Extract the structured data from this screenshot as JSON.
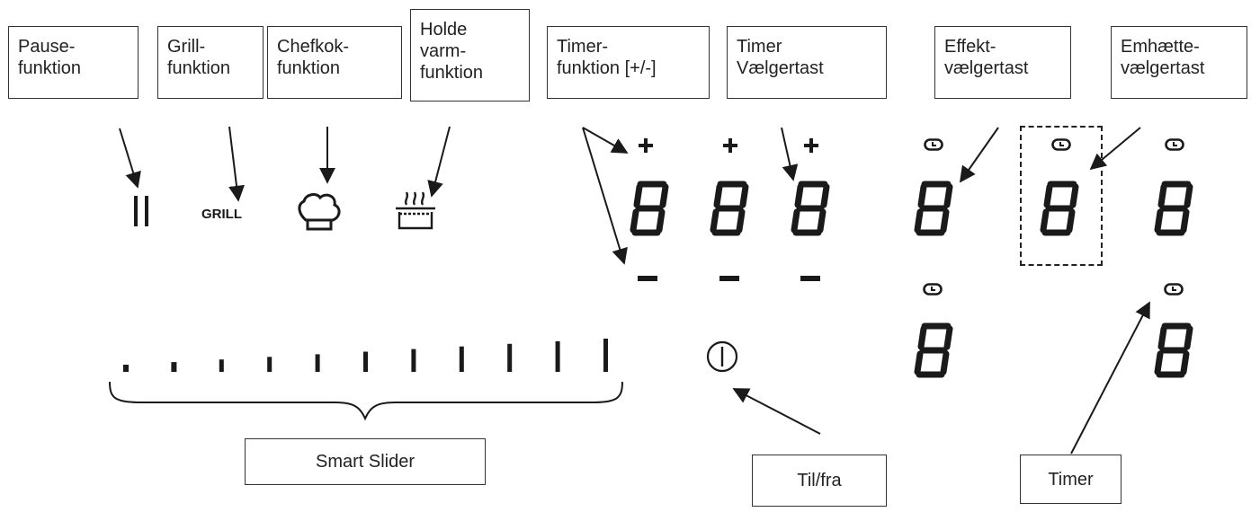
{
  "labels": {
    "pause": "Pause-\nfunktion",
    "grill": "Grill-\nfunktion",
    "chef": "Chefkok-\nfunktion",
    "keep_warm": "Holde\nvarm-\nfunktion",
    "timer_function": "Timer-\nfunktion [+/-]",
    "timer_selector": "Timer\nVælgertast",
    "power_selector": "Effekt-\nvælgertast",
    "hood_selector": "Emhætte-\nvælgertast",
    "smart_slider": "Smart Slider",
    "on_off": "Til/fra",
    "timer": "Timer"
  },
  "icons": {
    "pause": "pause-icon",
    "grill_text": "GRILL",
    "chef": "chef-hat-icon",
    "keep_warm": "steaming-pot-icon",
    "power": "power-icon",
    "clock": "clock-icon",
    "plus": "+",
    "minus": "−"
  },
  "slider": {
    "segments": 11
  },
  "colors": {
    "ink": "#1a1a1a",
    "border": "#333333",
    "background": "#ffffff"
  }
}
